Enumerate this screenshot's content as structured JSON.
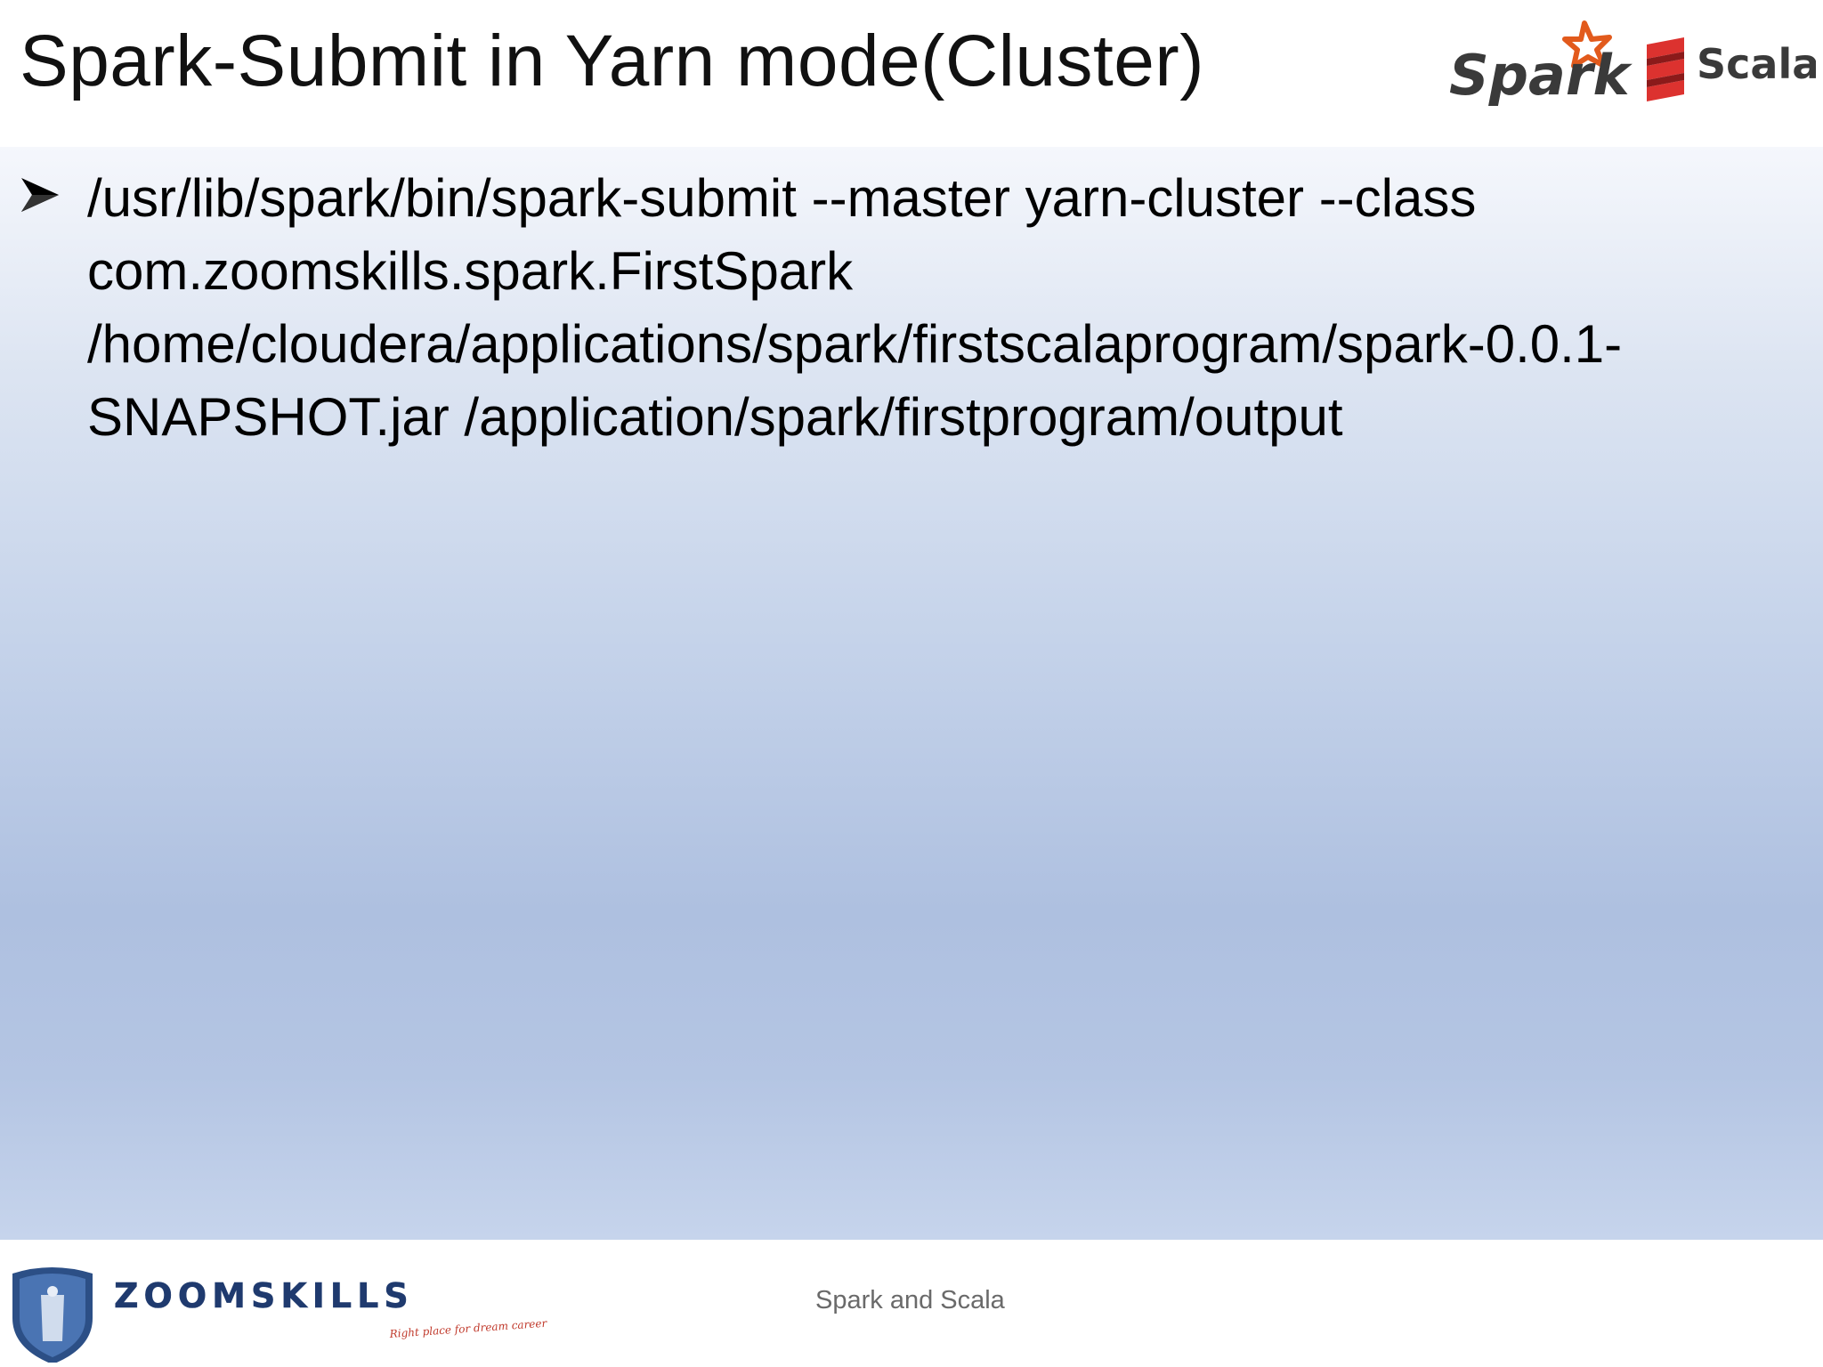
{
  "slide": {
    "title": "Spark-Submit in Yarn mode(Cluster)",
    "logos": {
      "spark_wordmark": "Spark",
      "scala_wordmark": "Scala",
      "spark_star_color": "#e25a1c",
      "scala_color": "#dc322f"
    },
    "bullet": {
      "marker_icon": "arrow-bullet-icon",
      "lines": [
        "/usr/lib/spark/bin/spark-submit --master yarn-cluster  --class",
        "com.zoomskills.spark.FirstSpark",
        "/home/cloudera/applications/spark/firstscalaprogram/spark-0.0.1-",
        "SNAPSHOT.jar /application/spark/firstprogram/output"
      ]
    },
    "footer": {
      "brand": "ZOOMSKILLS",
      "tagline": "Right place for dream career",
      "center_text": "Spark and Scala",
      "brand_color": "#1f3a6e",
      "tagline_color": "#c0392b"
    }
  }
}
